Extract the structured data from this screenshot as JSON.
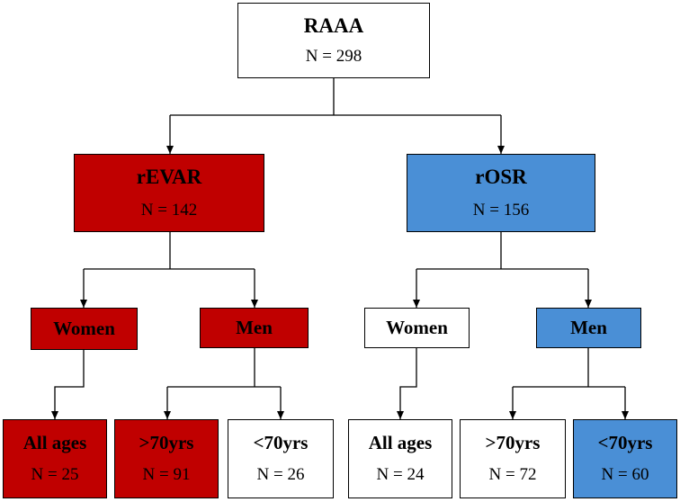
{
  "colors": {
    "red": "#c00000",
    "blue": "#4a8fd6",
    "white": "#ffffff",
    "line": "#000000"
  },
  "root": {
    "title": "RAAA",
    "count": "N = 298"
  },
  "revar": {
    "title": "rEVAR",
    "count": "N = 142"
  },
  "rosr": {
    "title": "rOSR",
    "count": "N = 156"
  },
  "revar_women": {
    "title": "Women"
  },
  "revar_men": {
    "title": "Men"
  },
  "rosr_women": {
    "title": "Women"
  },
  "rosr_men": {
    "title": "Men"
  },
  "revar_women_all": {
    "title": "All ages",
    "count": "N = 25"
  },
  "revar_men_gt70": {
    "title": ">70yrs",
    "count": "N = 91"
  },
  "revar_men_lt70": {
    "title": "<70yrs",
    "count": "N = 26"
  },
  "rosr_women_all": {
    "title": "All ages",
    "count": "N = 24"
  },
  "rosr_men_gt70": {
    "title": ">70yrs",
    "count": "N = 72"
  },
  "rosr_men_lt70": {
    "title": "<70yrs",
    "count": "N = 60"
  }
}
